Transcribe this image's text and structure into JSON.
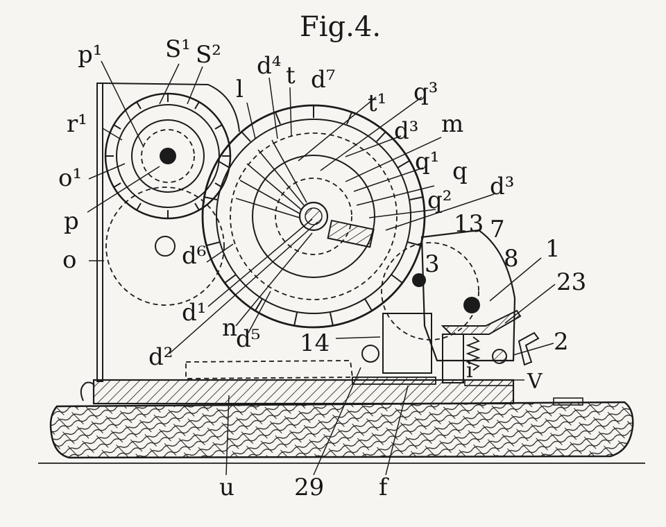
{
  "figure": {
    "title": "Fig.4.",
    "labels": {
      "p1": "p¹",
      "s1": "S¹",
      "s2": "S²",
      "r1": "r¹",
      "o1": "o¹",
      "p": "p",
      "o": "o",
      "l": "l",
      "d4": "d⁴",
      "t": "t",
      "d7": "d⁷",
      "t1": "t¹",
      "q3": "q³",
      "d3a": "d³",
      "m": "m",
      "q1": "q¹",
      "q": "q",
      "q2": "q²",
      "d3b": "d³",
      "n13": "13",
      "n7": "7",
      "n3": "3",
      "n8": "8",
      "n1": "1",
      "n23": "23",
      "n2": "2",
      "i": "i",
      "v": "V",
      "d6": "d⁶",
      "d1": "d¹",
      "n": "n",
      "d5": "d⁵",
      "d2": "d²",
      "n14": "14",
      "u": "u",
      "n29": "29",
      "f": "f"
    }
  },
  "colors": {
    "ink": "#1b1b1b",
    "paper": "#f6f5f1"
  }
}
